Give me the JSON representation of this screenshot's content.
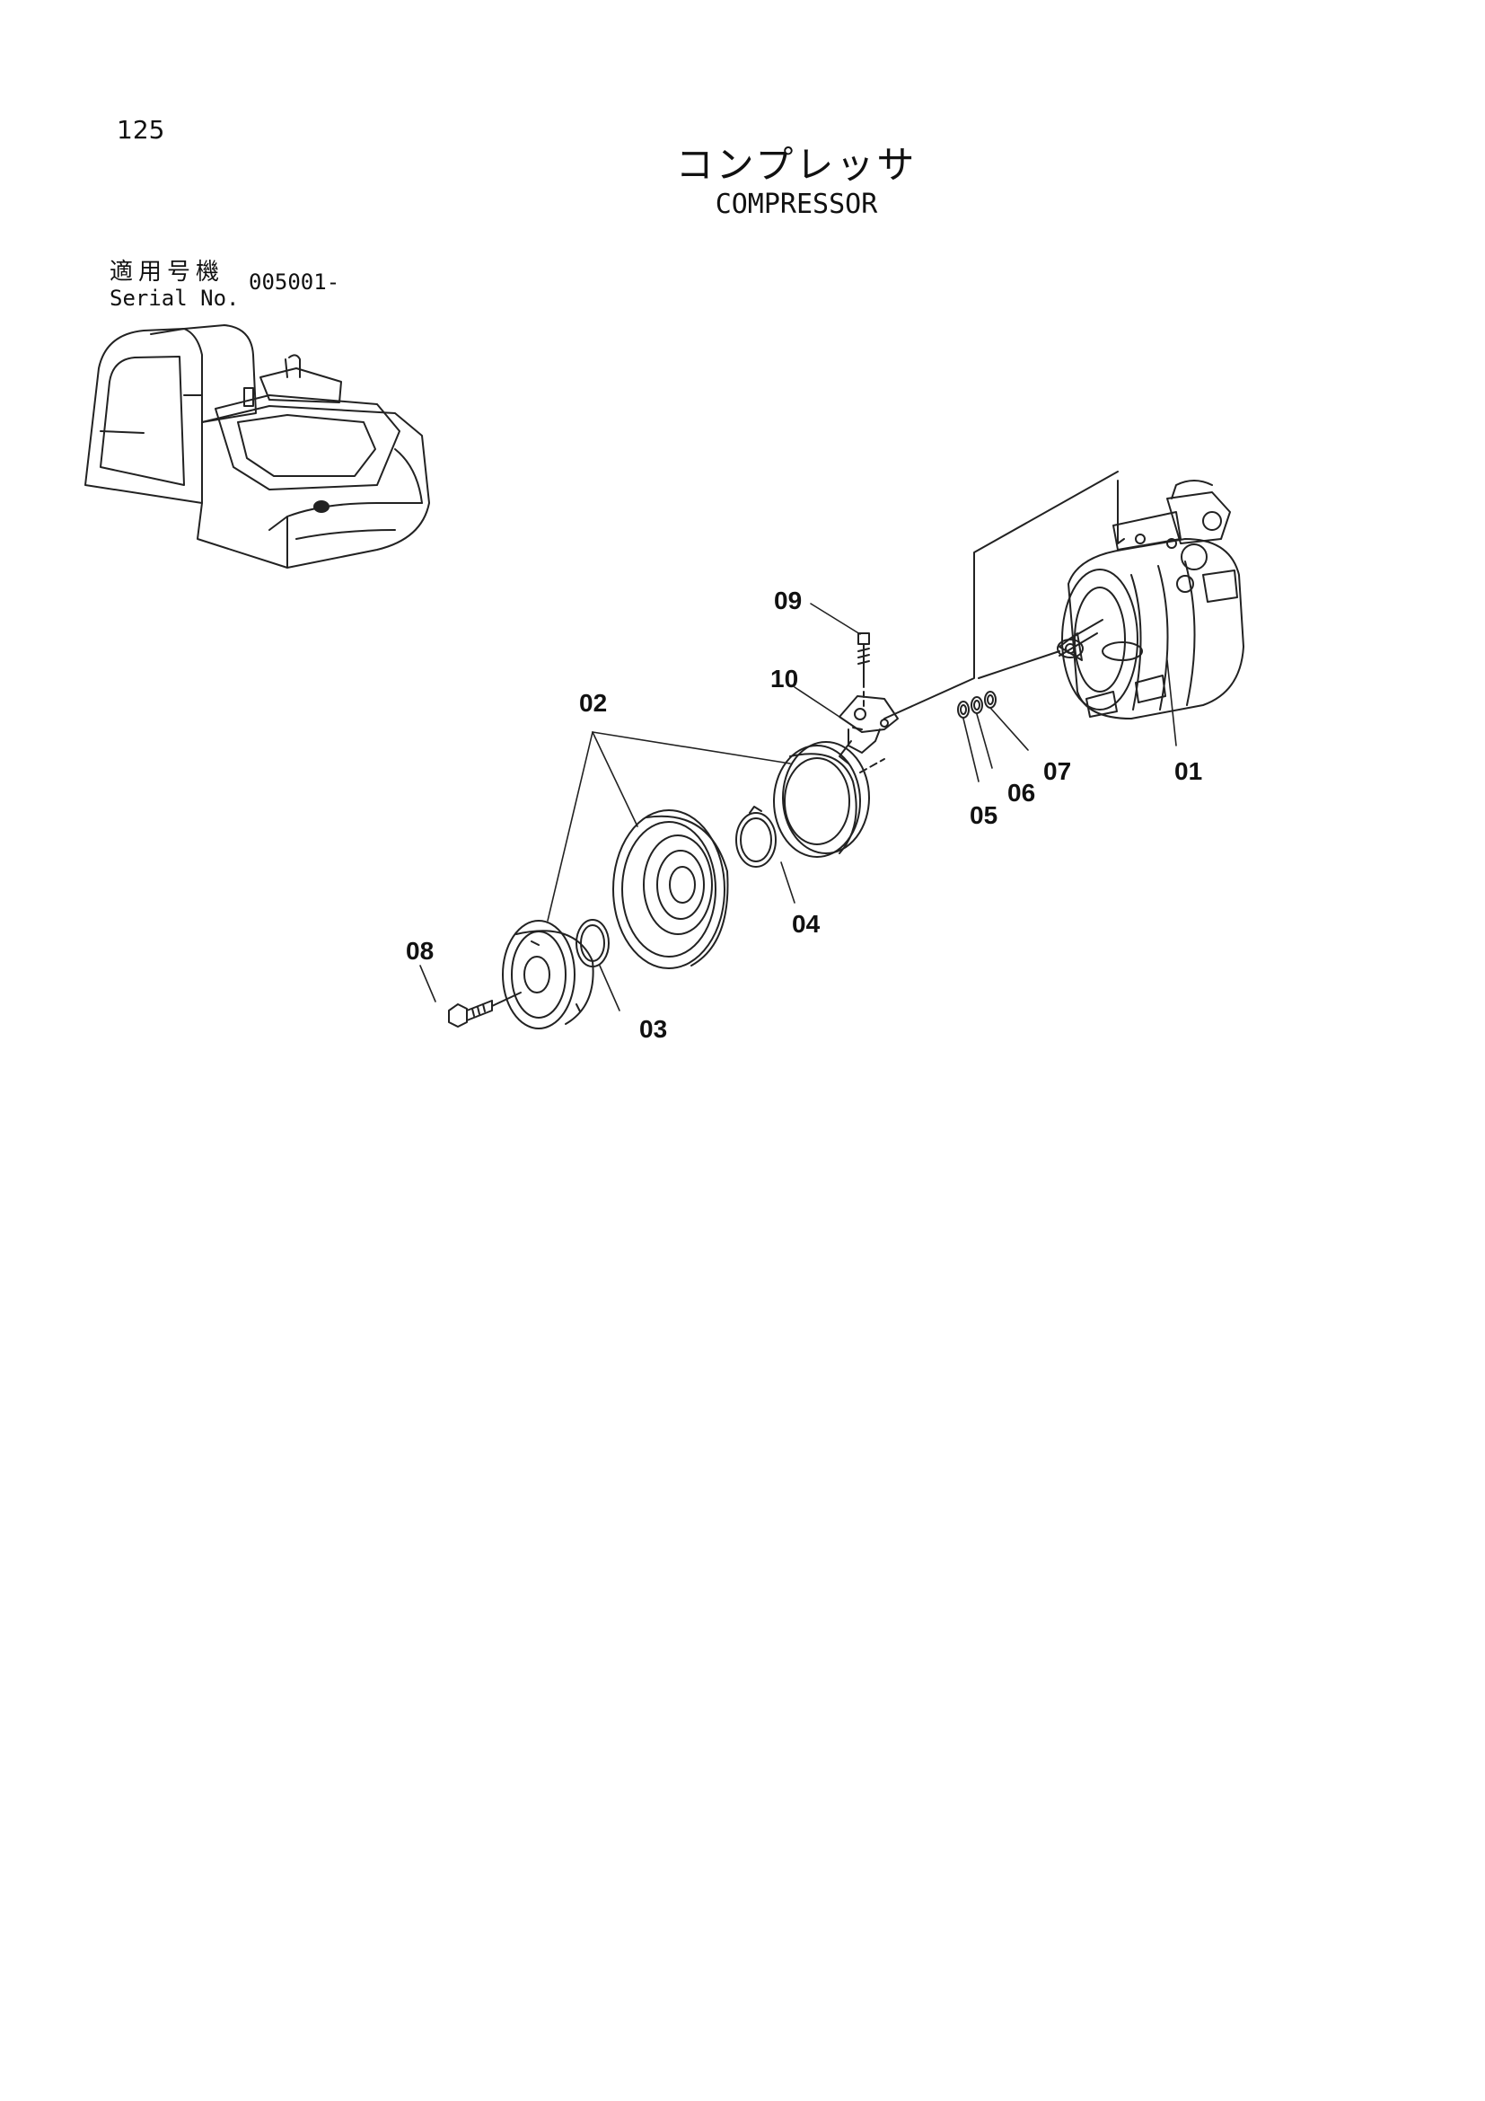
{
  "page": {
    "number": "125"
  },
  "title": {
    "japanese": "コンプレッサ",
    "english": "COMPRESSOR"
  },
  "serial": {
    "label_jp": "適用号機",
    "label_en": "Serial No.",
    "value": "005001-"
  },
  "callouts": {
    "c01": "01",
    "c02": "02",
    "c03": "03",
    "c04": "04",
    "c05": "05",
    "c06": "06",
    "c07": "07",
    "c08": "08",
    "c09": "09",
    "c10": "10"
  }
}
